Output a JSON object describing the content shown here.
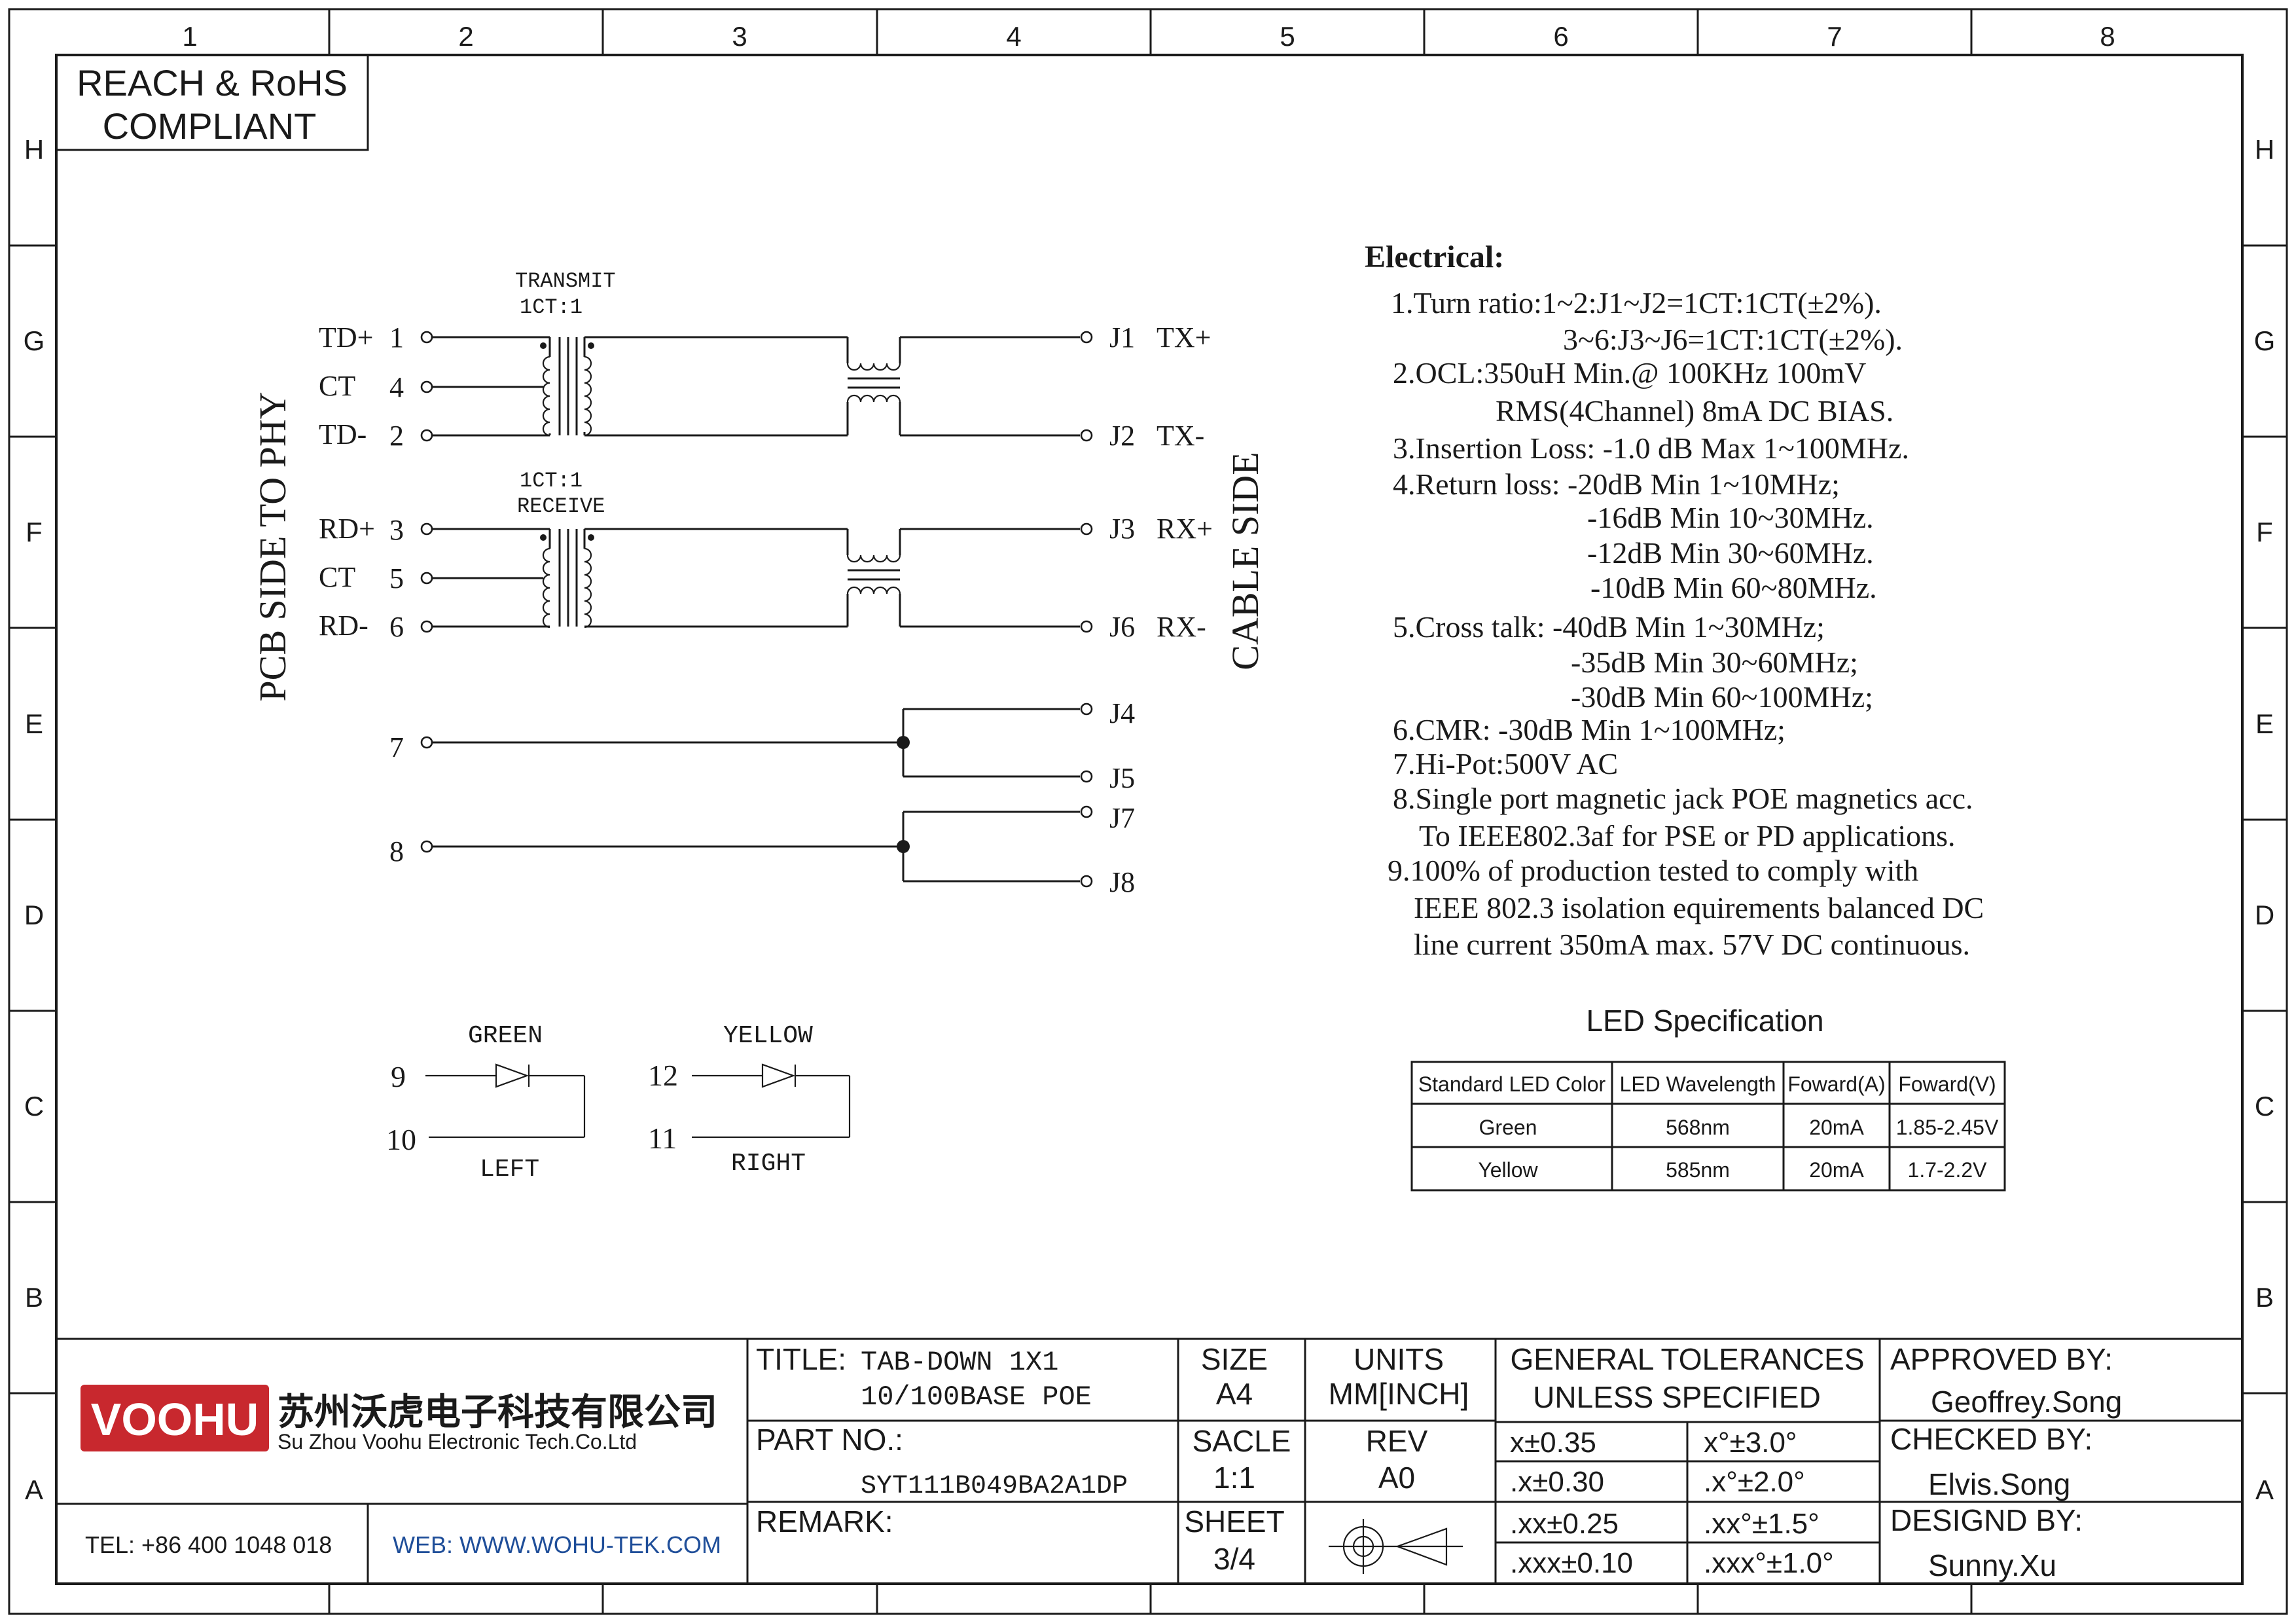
{
  "frame": {
    "cols": [
      "1",
      "2",
      "3",
      "4",
      "5",
      "6",
      "7",
      "8"
    ],
    "rows": [
      "H",
      "G",
      "F",
      "E",
      "D",
      "C",
      "B",
      "A"
    ]
  },
  "compliance": {
    "line1": "REACH & RoHS",
    "line2": "COMPLIANT"
  },
  "schematic": {
    "left_side_label": "PCB SIDE TO PHY",
    "right_side_label": "CABLE SIDE",
    "transmit": {
      "name": "TRANSMIT",
      "ratio": "1CT:1"
    },
    "receive": {
      "ratio": "1CT:1",
      "name": "RECEIVE"
    },
    "left_pins": [
      {
        "label": "TD+",
        "num": "1"
      },
      {
        "label": "CT",
        "num": "4"
      },
      {
        "label": "TD-",
        "num": "2"
      },
      {
        "label": "RD+",
        "num": "3"
      },
      {
        "label": "CT",
        "num": "5"
      },
      {
        "label": "RD-",
        "num": "6"
      }
    ],
    "right_pins": [
      {
        "num": "J1",
        "label": "TX+"
      },
      {
        "num": "J2",
        "label": "TX-"
      },
      {
        "num": "J3",
        "label": "RX+"
      },
      {
        "num": "J6",
        "label": "RX-"
      }
    ],
    "poe_pins": {
      "p7": "7",
      "p8": "8",
      "j4": "J4",
      "j5": "J5",
      "j7": "J7",
      "j8": "J8"
    },
    "led_left": {
      "color": "GREEN",
      "pin_a": "9",
      "pin_b": "10",
      "position": "LEFT"
    },
    "led_right": {
      "color": "YELLOW",
      "pin_a": "12",
      "pin_b": "11",
      "position": "RIGHT"
    }
  },
  "electrical": {
    "heading": "Electrical:",
    "lines": [
      "1.Turn ratio:1~2:J1~J2=1CT:1CT(±2%).",
      "3~6:J3~J6=1CT:1CT(±2%).",
      "2.OCL:350uH Min.@ 100KHz 100mV",
      "RMS(4Channel) 8mA DC BIAS.",
      "3.Insertion Loss: -1.0 dB Max 1~100MHz.",
      "4.Return loss: -20dB Min 1~10MHz;",
      "-16dB Min 10~30MHz.",
      "-12dB Min 30~60MHz.",
      "-10dB Min 60~80MHz.",
      "5.Cross talk: -40dB Min 1~30MHz;",
      "-35dB Min 30~60MHz;",
      "-30dB Min 60~100MHz;",
      "6.CMR: -30dB Min 1~100MHz;",
      "7.Hi-Pot:500V AC",
      "8.Single port magnetic jack POE magnetics acc.",
      "To IEEE802.3af for  PSE or  PD   applications.",
      "9.100% of production tested to comply with",
      "IEEE 802.3 isolation equirements balanced DC",
      "line current 350mA max. 57V DC continuous."
    ]
  },
  "led_spec": {
    "title": "LED Specification",
    "headers": [
      "Standard LED Color",
      "LED Wavelength",
      "Foward(A)",
      "Foward(V)"
    ],
    "rows": [
      [
        "Green",
        "568nm",
        "20mA",
        "1.85-2.45V"
      ],
      [
        "Yellow",
        "585nm",
        "20mA",
        "1.7-2.2V"
      ]
    ]
  },
  "title_block": {
    "logo_text": "VOOHU",
    "company_cn": "苏州沃虎电子科技有限公司",
    "company_en": "Su Zhou Voohu Electronic Tech.Co.Ltd",
    "tel": "TEL: +86 400 1048 018",
    "web": "WEB: WWW.WOHU-TEK.COM",
    "title_label": "TITLE:",
    "title_line1": "TAB-DOWN 1X1",
    "title_line2": "10/100BASE POE",
    "part_label": "PART NO.:",
    "part_no": "SYT111B049BA2A1DP",
    "remark_label": "REMARK:",
    "size_label": "SIZE",
    "size": "A4",
    "units_label": "UNITS",
    "units": "MM[INCH]",
    "scale_label": "SACLE",
    "scale": "1:1",
    "rev_label": "REV",
    "rev": "A0",
    "sheet_label": "SHEET",
    "sheet": "3/4",
    "tol_line1": "GENERAL TOLERANCES",
    "tol_line2": "UNLESS SPECIFIED",
    "tolerances": [
      [
        "x±0.35",
        "x°±3.0°"
      ],
      [
        ".x±0.30",
        ".x°±2.0°"
      ],
      [
        ".xx±0.25",
        ".xx°±1.5°"
      ],
      [
        ".xxx±0.10",
        ".xxx°±1.0°"
      ]
    ],
    "approved_label": "APPROVED BY:",
    "approved": "Geoffrey.Song",
    "checked_label": "CHECKED BY:",
    "checked": "Elvis.Song",
    "designed_label": "DESIGND BY:",
    "designed": "Sunny.Xu"
  }
}
